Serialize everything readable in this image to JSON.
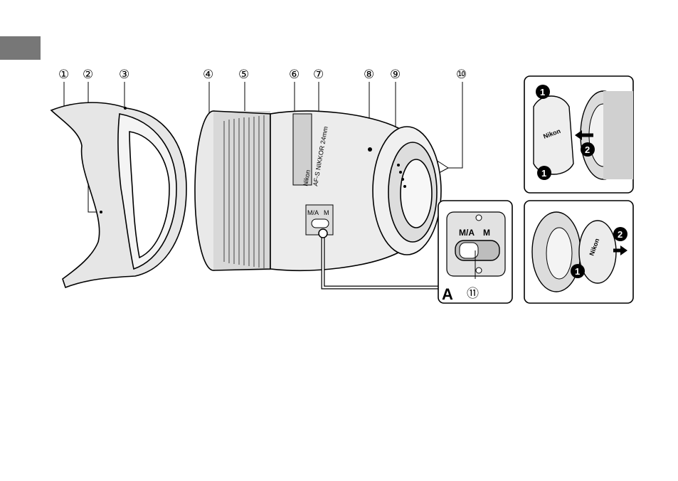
{
  "section_tab": {
    "color": "#777777"
  },
  "callouts": [
    "①",
    "②",
    "③",
    "④",
    "⑤",
    "⑥",
    "⑦",
    "⑧",
    "⑨",
    "⑩"
  ],
  "inset_a": {
    "letter": "A",
    "callout": "⑪",
    "switch_ma": "M/A",
    "switch_m": "M"
  },
  "lens_switch": {
    "ma": "M/A",
    "m": "M"
  },
  "lens_print": {
    "brand": "Nikon",
    "model": "AF-S NIKKOR 24mm"
  },
  "cap_front": {
    "brand": "Nikon",
    "step1": "1",
    "step2": "2"
  },
  "cap_rear": {
    "brand": "Nikon",
    "step1": "1",
    "step2": "2"
  }
}
